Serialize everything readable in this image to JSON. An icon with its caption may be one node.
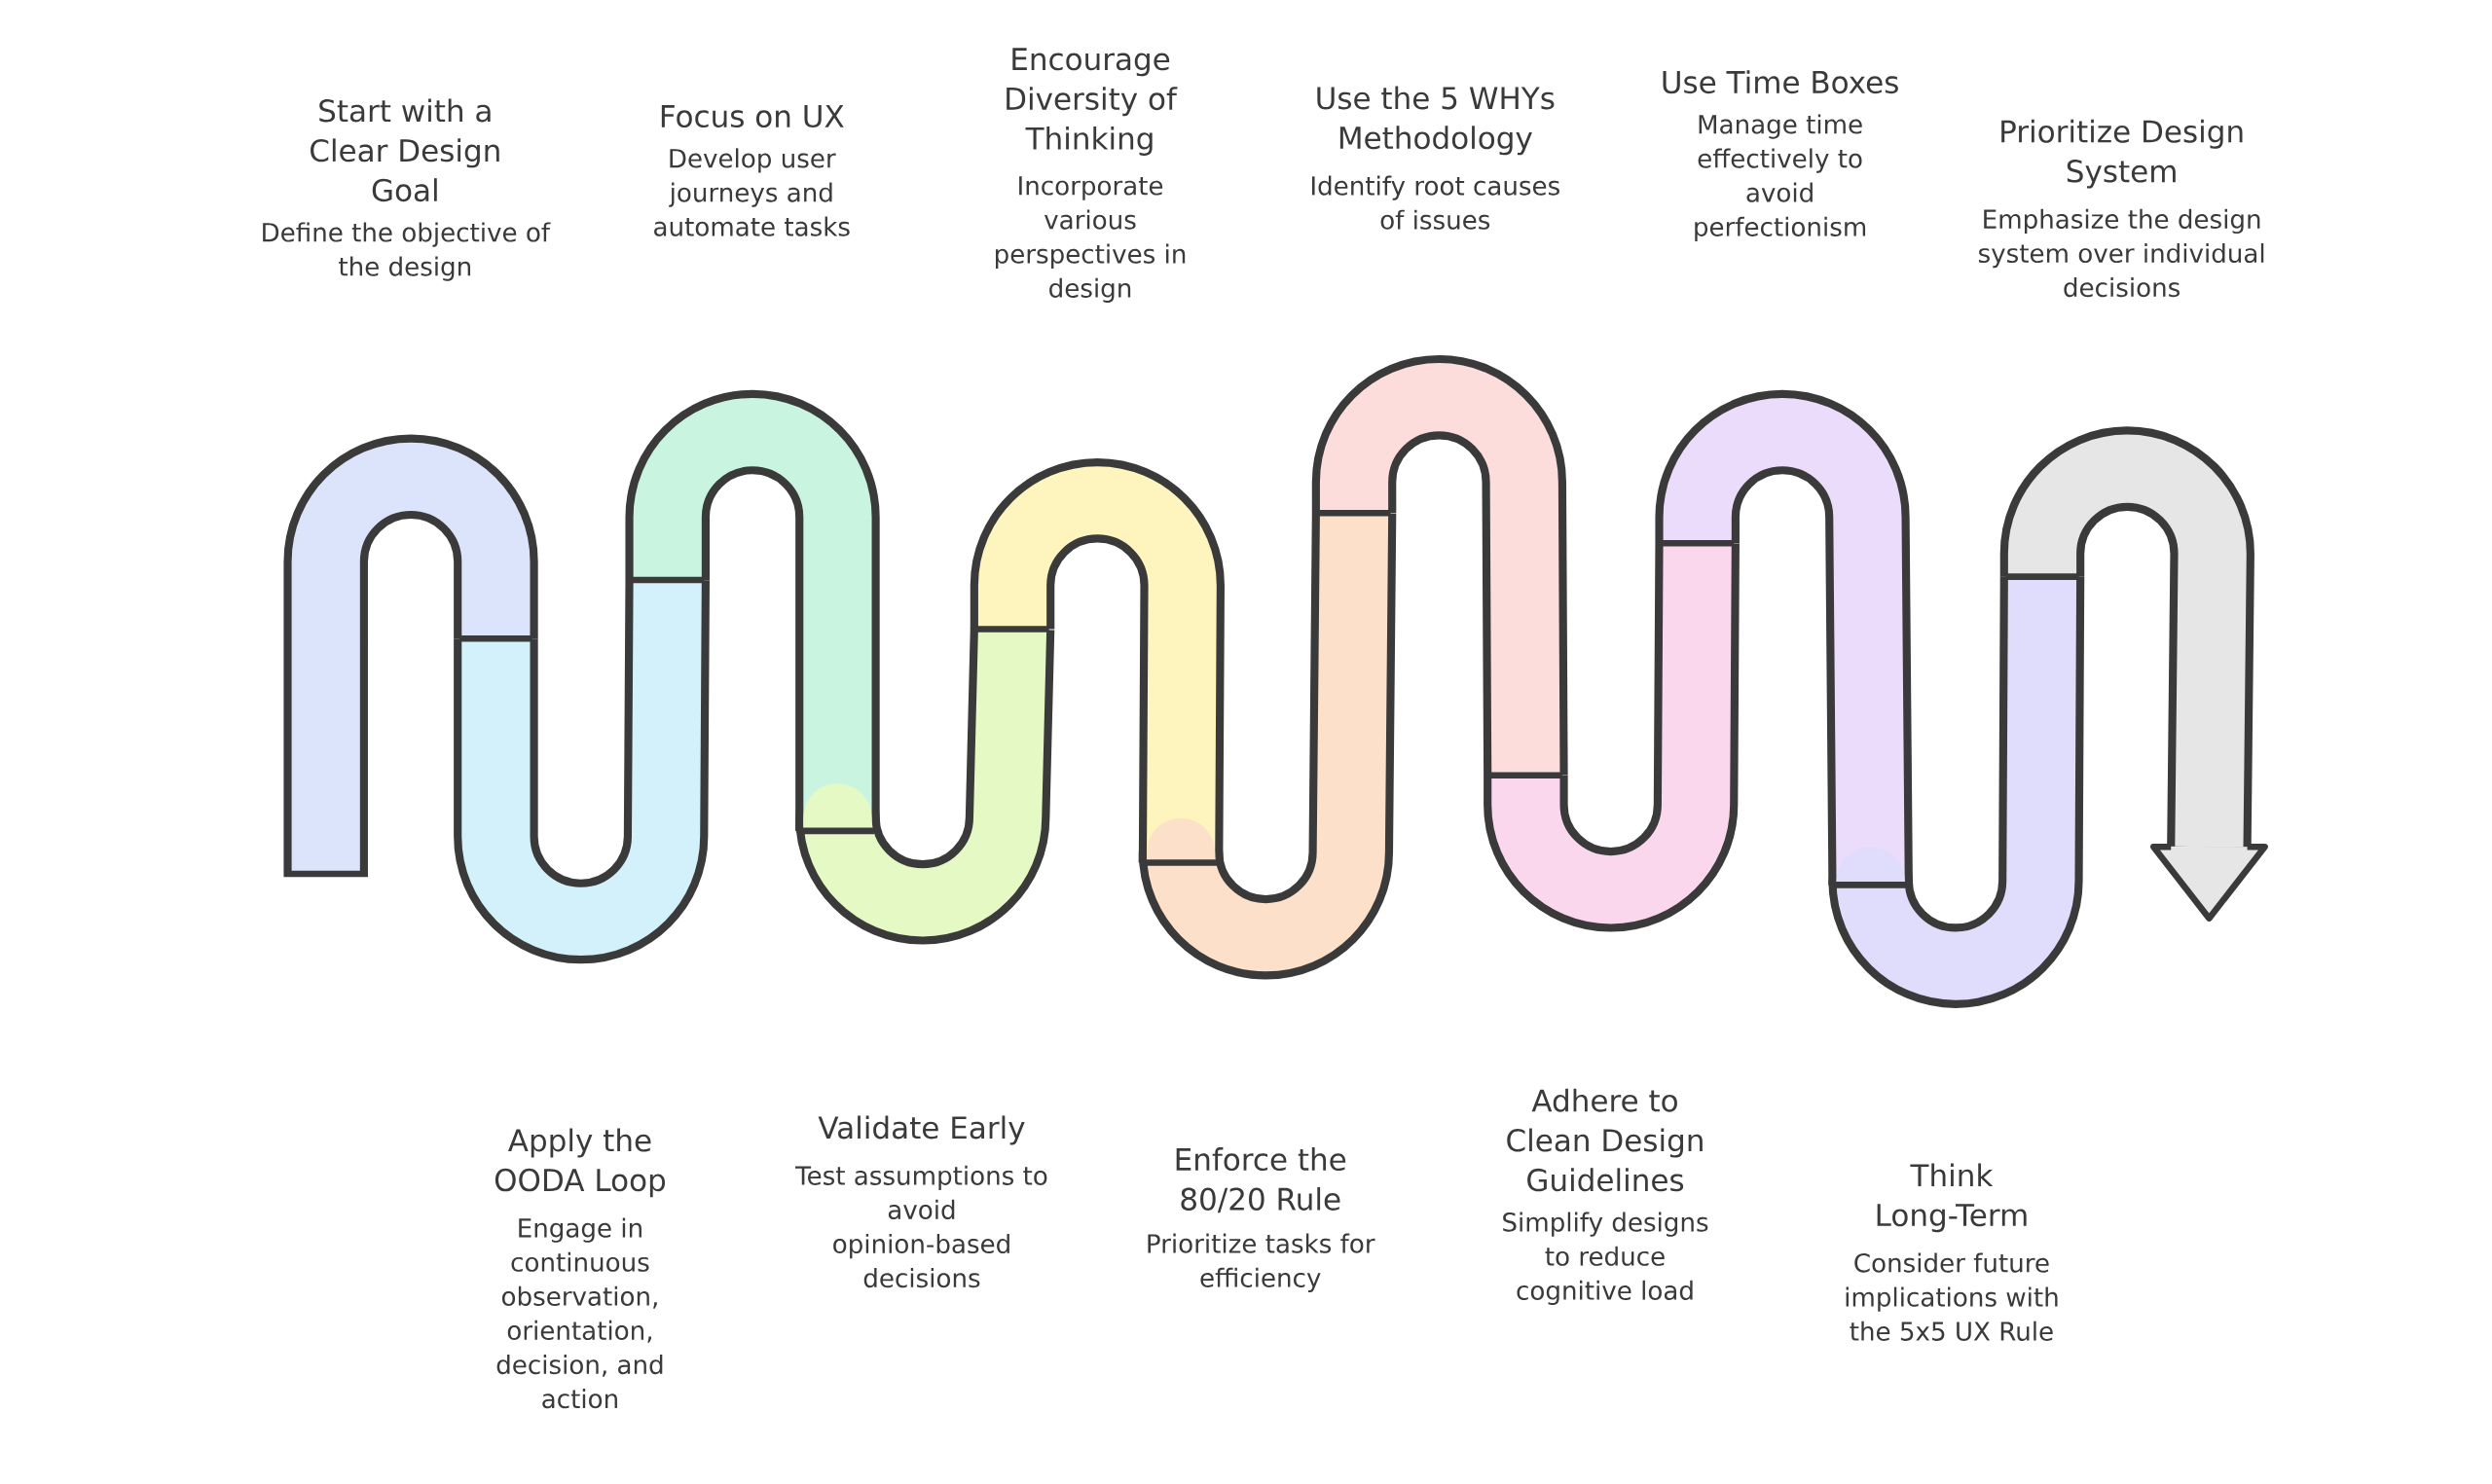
{
  "diagram": {
    "nodes": [
      {
        "text": [
          "Start with a Clear Design Goal",
          "Define the objective of the design"
        ]
      },
      {
        "text": [
          "Apply the OODA Loop",
          "Engage in continuous observation, orientation, decision, and action"
        ]
      },
      {
        "text": [
          "Focus on UX",
          "Develop user journeys and automate tasks"
        ]
      },
      {
        "text": [
          "Validate Early",
          "Test assumptions to avoid opinion-based decisions"
        ]
      },
      {
        "text": [
          "Encourage Diversity of Thinking",
          "Incorporate various perspectives in design"
        ]
      },
      {
        "text": [
          "Enforce the 80/20 Rule",
          "Prioritize tasks for efficiency"
        ]
      },
      {
        "text": [
          "Use the 5 WHYs Methodology",
          "Identify root causes of issues"
        ]
      },
      {
        "text": [
          "Adhere to Clean Design Guidelines",
          "Simplify designs to reduce cognitive load"
        ]
      },
      {
        "text": [
          "Use Time Boxes",
          "Manage time effectively to avoid perfectionism"
        ]
      },
      {
        "text": [
          "Think Long-Term",
          "Consider future implications with the 5x5 UX Rule"
        ]
      },
      {
        "text": [
          "Prioritize Design System",
          "Emphasize the design system over individual decisions"
        ]
      }
    ]
  }
}
